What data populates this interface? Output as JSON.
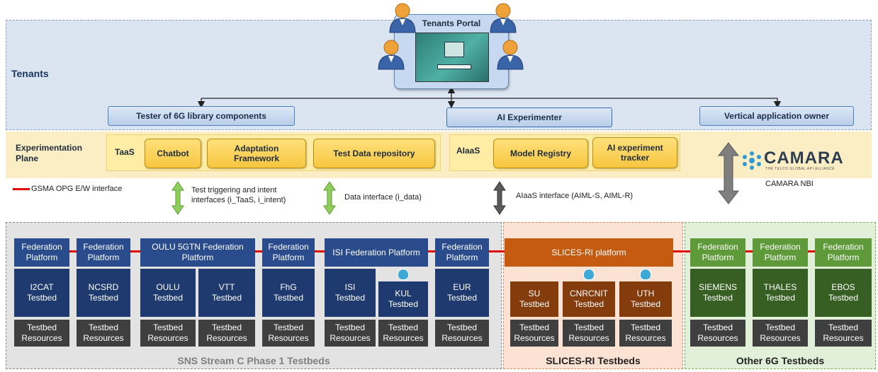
{
  "tenants": {
    "label": "Tenants",
    "portal_title": "Tenants Portal",
    "roles": [
      "Tester of 6G library components",
      "AI Experimenter",
      "Vertical application owner"
    ]
  },
  "experimentation": {
    "label_line1": "Experimentation",
    "label_line2": "Plane",
    "taas": "TaaS",
    "chatbot": "Chatbot",
    "adaptation_line1": "Adaptation",
    "adaptation_line2": "Framework",
    "test_data_repo": "Test Data repository",
    "aiaas": "AIaaS",
    "model_registry": "Model Registry",
    "ai_tracker_line1": "AI experiment",
    "ai_tracker_line2": "tracker"
  },
  "camara": {
    "logo_text": "CAMARA",
    "logo_sub": "THE TELCO GLOBAL API ALLIANCE",
    "nbi": "CAMARA NBI"
  },
  "interfaces": {
    "gsma": "GSMA OPG E/W interface",
    "test_line1": "Test triggering and intent",
    "test_line2": "interfaces (i_TaaS, i_intent)",
    "data": "Data  interface (i_data)",
    "aiaas": "AIaaS interface (AIML-S, AIML-R)"
  },
  "areas": {
    "sns": "SNS Stream C Phase 1 Testbeds",
    "slices": "SLICES-RI Testbeds",
    "other": "Other 6G Testbeds"
  },
  "platforms": {
    "federation_line1": "Federation",
    "federation_line2": "Platform",
    "oulu": "OULU 5GTN Federation Platform",
    "isi": "ISI Federation Platform",
    "slices": "SLICES-RI platform"
  },
  "testbeds": [
    {
      "name": "I2CAT",
      "word": "Testbed"
    },
    {
      "name": "NCSRD",
      "word": "Testbed"
    },
    {
      "name": "OULU",
      "word": "Testbed"
    },
    {
      "name": "VTT",
      "word": "Testbed"
    },
    {
      "name": "FhG",
      "word": "Testbed"
    },
    {
      "name": "ISI",
      "word": "Testbed"
    },
    {
      "name": "KUL",
      "word": "Testbed"
    },
    {
      "name": "EUR",
      "word": "Testbed"
    },
    {
      "name": "SU",
      "word": "Testbed"
    },
    {
      "name": "CNRCNIT",
      "word": "Testbed"
    },
    {
      "name": "UTH",
      "word": "Testbed"
    },
    {
      "name": "SIEMENS",
      "word": "Testbed"
    },
    {
      "name": "THALES",
      "word": "Testbed"
    },
    {
      "name": "EBOS",
      "word": "Testbed"
    }
  ],
  "resources": {
    "line1": "Testbed",
    "line2": "Resources"
  }
}
